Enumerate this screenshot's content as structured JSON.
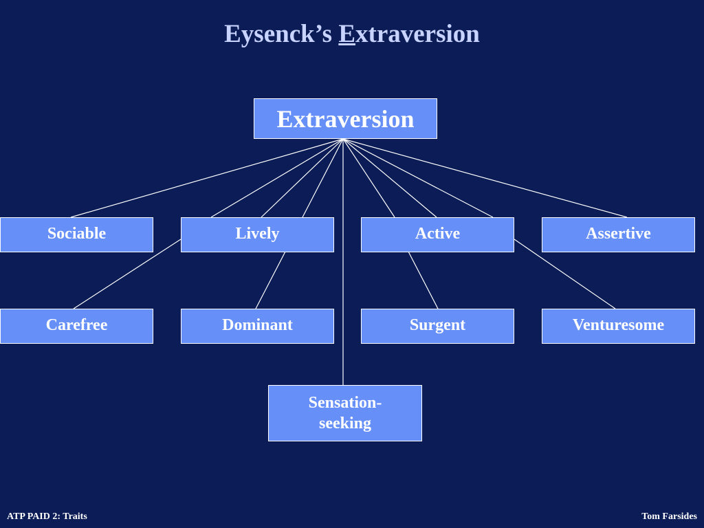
{
  "title": {
    "prefix": "Eysenck’s ",
    "underlined": "E",
    "rest": "xtraversion"
  },
  "root": {
    "label": "Extraversion"
  },
  "traits": {
    "sociable": "Sociable",
    "lively": "Lively",
    "active": "Active",
    "assertive": "Assertive",
    "carefree": "Carefree",
    "dominant": "Dominant",
    "surgent": "Surgent",
    "venturesome": "Venturesome",
    "sensation_line1": "Sensation-",
    "sensation_line2": "seeking"
  },
  "footer": {
    "left": "ATP PAID 2: Traits",
    "right": "Tom Farsides"
  },
  "colors": {
    "background": "#0b1c56",
    "box_fill": "#6690f8",
    "title": "#c8d4ff",
    "line": "#ffffff"
  }
}
